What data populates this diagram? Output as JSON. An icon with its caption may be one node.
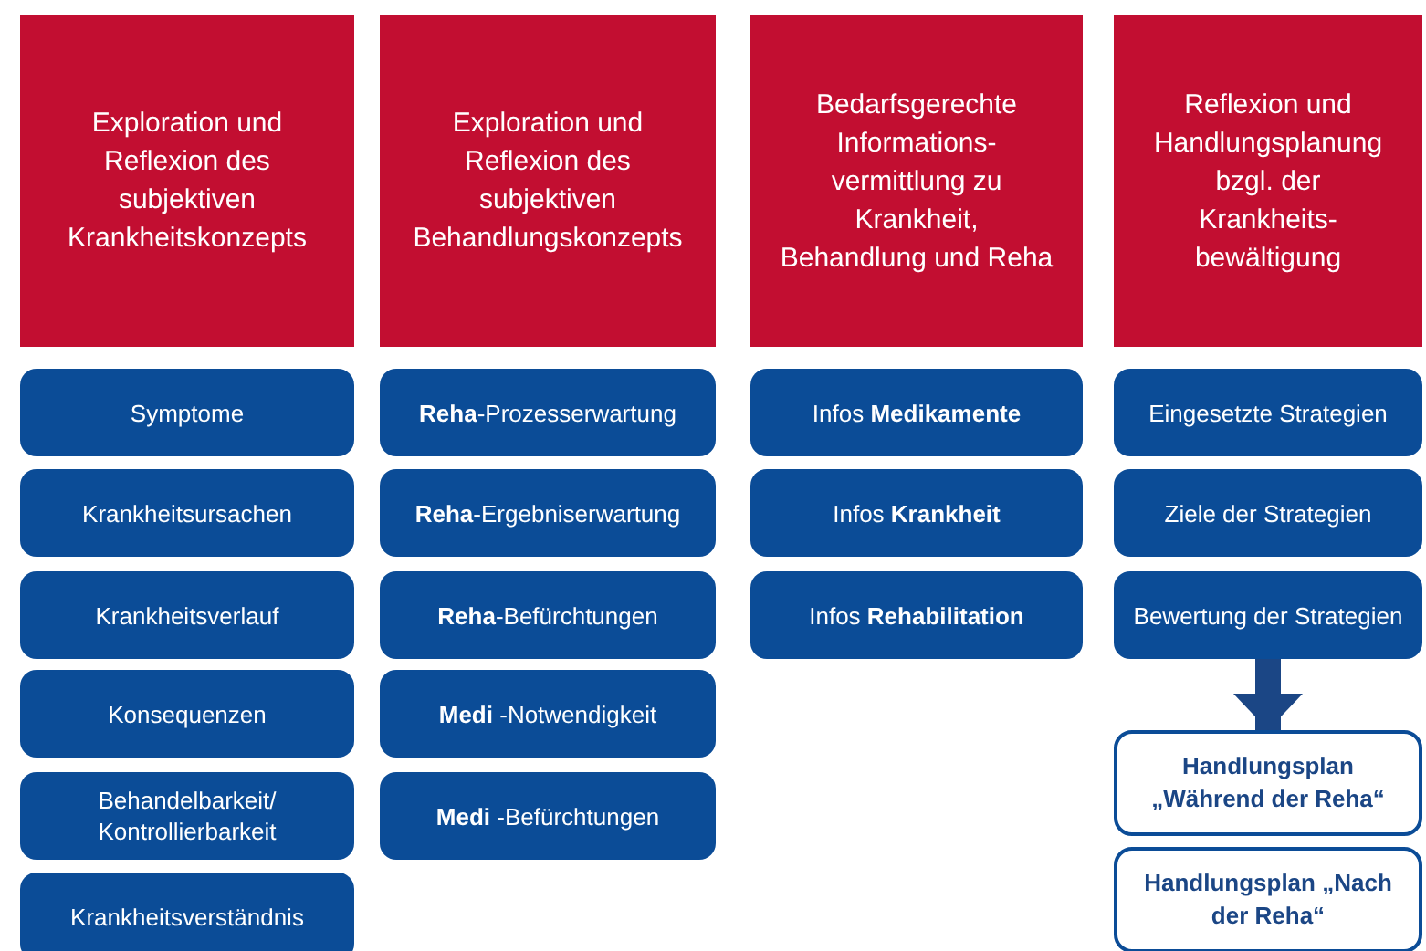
{
  "diagram": {
    "nodes": [
      {
        "text": [
          "Exploration und Reflexion des subjektiven Krankheitskonzepts"
        ]
      },
      {
        "text": [
          "Exploration und Reflexion des subjektiven Behandlungskonzepts"
        ]
      },
      {
        "text": [
          "Bedarfsgerechte Informations-vermittlung zu Krankheit, Behandlung und Reha"
        ]
      },
      {
        "text": [
          "Reflexion und Handlungsplanung bzgl. der Krankheits-bewältigung"
        ]
      },
      {
        "text": [
          "Symptome"
        ]
      },
      {
        "text": [
          "Krankheitsursachen"
        ]
      },
      {
        "text": [
          "Krankheitsverlauf"
        ]
      },
      {
        "text": [
          "Konsequenzen"
        ]
      },
      {
        "text": [
          "Behandelbarkeit/ Kontrollierbarkeit"
        ]
      },
      {
        "text": [
          "Krankheitsverständnis"
        ]
      },
      {
        "text": [
          "**Reha**-Prozesserwartung"
        ]
      },
      {
        "text": [
          "**Reha**-Ergebniserwartung"
        ]
      },
      {
        "text": [
          "**Reha**-Befürchtungen"
        ]
      },
      {
        "text": [
          "**Medi** -Notwendigkeit"
        ]
      },
      {
        "text": [
          "**Medi** -Befürchtungen"
        ]
      },
      {
        "text": [
          "Infos **Medikamente**"
        ]
      },
      {
        "text": [
          "Infos **Krankheit**"
        ]
      },
      {
        "text": [
          "Infos **Rehabilitation**"
        ]
      },
      {
        "text": [
          "Eingesetzte Strategien"
        ]
      },
      {
        "text": [
          "Ziele der Strategien"
        ]
      },
      {
        "text": [
          "Bewertung der Strategien"
        ]
      },
      {
        "text": [
          "Handlungsplan „Während der Reha“"
        ]
      },
      {
        "text": [
          "Handlungsplan „Nach der Reha“"
        ]
      }
    ],
    "edges": [
      {
        "from": 20,
        "to": 21,
        "arrow": "to"
      }
    ]
  }
}
